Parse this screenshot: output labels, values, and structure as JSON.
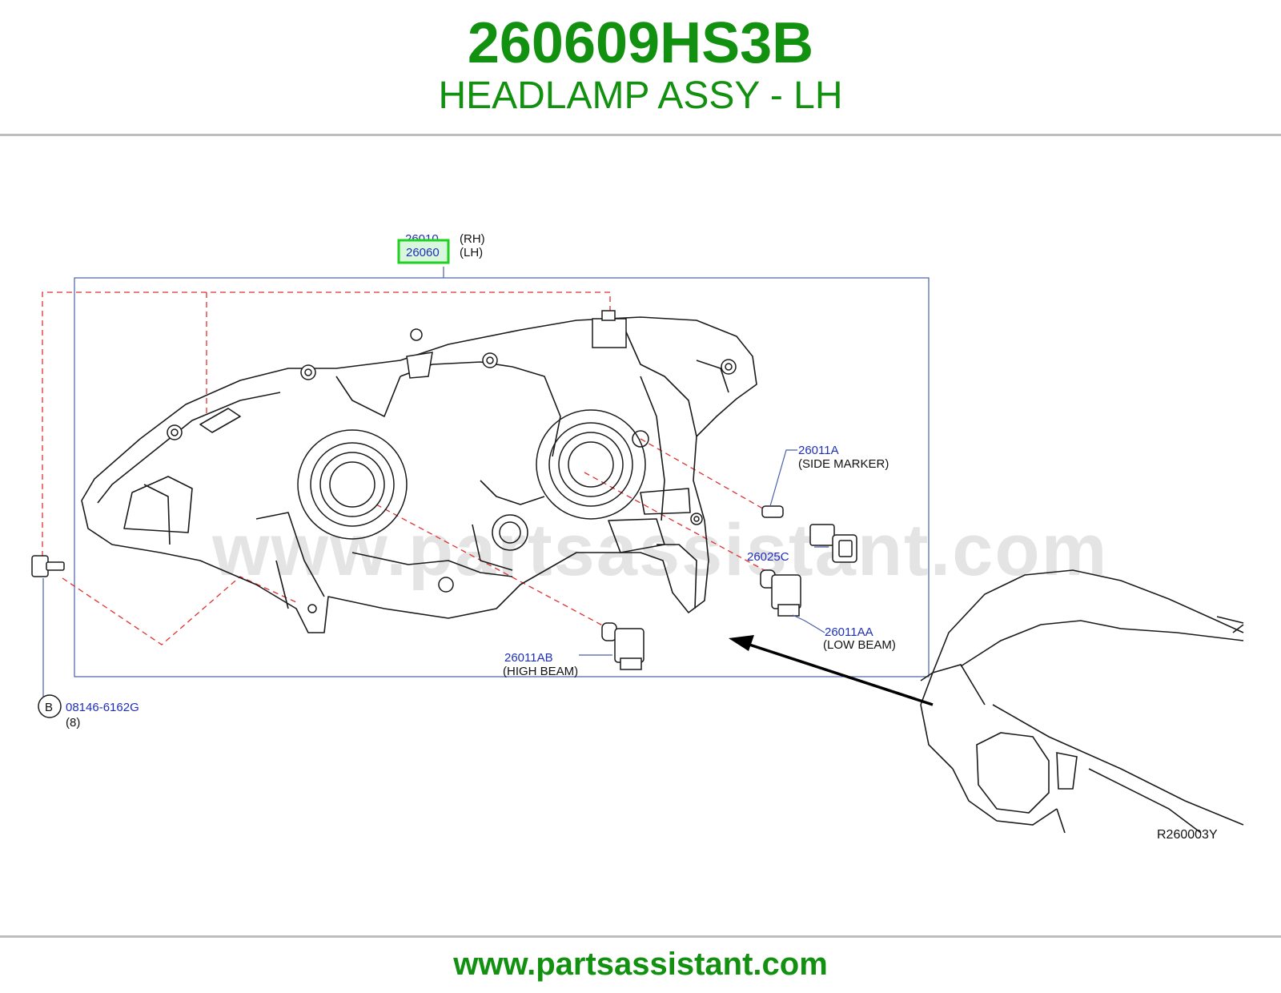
{
  "header": {
    "part_number": "260609HS3B",
    "description": "HEADLAMP ASSY - LH"
  },
  "diagram": {
    "watermark": "www.partsassistant.com",
    "reference_code": "R260003Y",
    "parts": {
      "rh": {
        "number": "26010",
        "note": "(RH)"
      },
      "lh": {
        "number": "26060",
        "note": "(LH)",
        "highlighted": true
      },
      "side_marker": {
        "number": "26011A",
        "note": "(SIDE   MARKER)"
      },
      "socket": {
        "number": "26025C"
      },
      "low_beam": {
        "number": "26011AA",
        "note": "(LOW   BEAM)"
      },
      "high_beam": {
        "number": "26011AB",
        "note": "(HIGH   BEAM)"
      },
      "bolt": {
        "callout": "B",
        "number": "08146-6162G",
        "qty": "(8)"
      }
    },
    "colors": {
      "title_green": "#12900f",
      "part_link_blue": "#1f2fb8",
      "highlight_green": "#1fd21f",
      "dashed_red": "#e03030"
    }
  },
  "footer": {
    "url": "www.partsassistant.com"
  }
}
